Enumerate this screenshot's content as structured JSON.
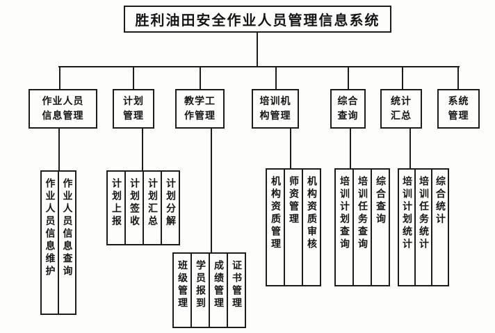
{
  "diagram": {
    "title": "胜利油田安全作业人员管理信息系统",
    "colors": {
      "ink": "#1c1c1c",
      "paper": "#fdfdfc"
    },
    "nodes": [
      {
        "id": "worker-info-management",
        "label": "作业人员信息管理",
        "label_lines": [
          "作业人员",
          "信息管理"
        ],
        "children": [
          "作业人员信息维护",
          "作业人员信息查询"
        ]
      },
      {
        "id": "plan-management",
        "label": "计划管理",
        "label_lines": [
          "计划",
          "管理"
        ],
        "children": [
          "计划上报",
          "计划签收",
          "计划汇总",
          "计划分解"
        ]
      },
      {
        "id": "teaching-work-management",
        "label": "教学工作管理",
        "label_lines": [
          "教学工",
          "作管理"
        ],
        "children": [
          "班级管理",
          "学员报到",
          "成绩管理",
          "证书管理"
        ]
      },
      {
        "id": "training-org-management",
        "label": "培训机构管理",
        "label_lines": [
          "培训机",
          "构管理"
        ],
        "children": [
          "机构资质管理",
          "师资管理",
          "机构资质审核"
        ]
      },
      {
        "id": "comprehensive-query",
        "label": "综合查询",
        "label_lines": [
          "综合",
          "查询"
        ],
        "children": [
          "培训计划查询",
          "培训任务查询",
          "综合查询"
        ]
      },
      {
        "id": "statistics-summary",
        "label": "统计汇总",
        "label_lines": [
          "统计",
          "汇总"
        ],
        "children": [
          "培训计划统计",
          "培训任务统计",
          "综合统计"
        ]
      },
      {
        "id": "system-management",
        "label": "系统管理",
        "label_lines": [
          "系统",
          "管理"
        ],
        "children": []
      }
    ]
  }
}
